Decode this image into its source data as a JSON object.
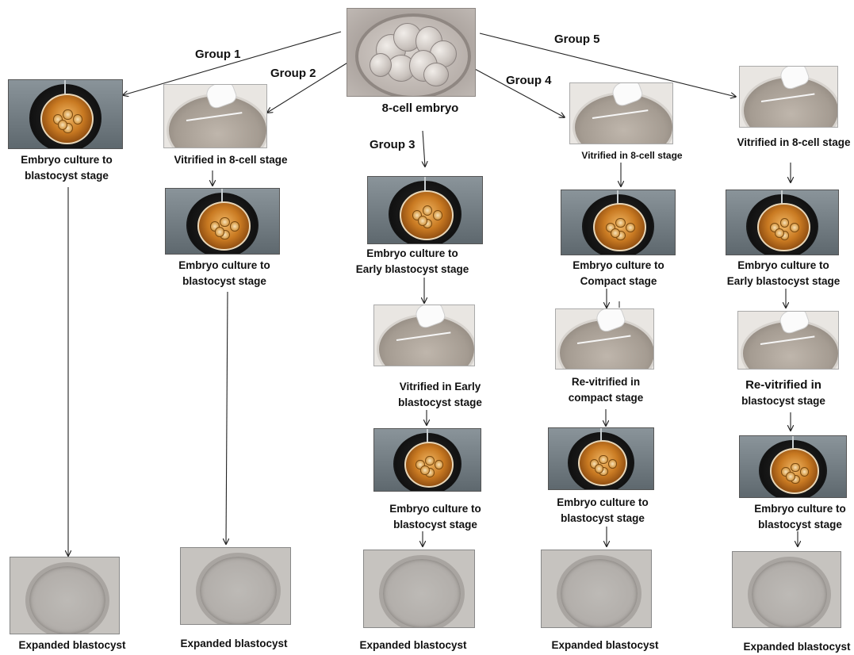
{
  "center": {
    "embryo_label": "8-cell embryo"
  },
  "groups": [
    {
      "label": "Group 1",
      "steps": [
        "Embryo culture to blastocyst stage"
      ],
      "final": "Expanded blastocyst"
    },
    {
      "label": "Group 2",
      "steps": [
        "Vitrified in 8-cell stage",
        "Embryo culture to blastocyst stage"
      ],
      "final": "Expanded blastocyst"
    },
    {
      "label": "Group 3",
      "steps": [
        "Embryo culture to Early blastocyst stage",
        "Vitrified in Early blastocyst stage",
        "Embryo culture to blastocyst stage"
      ],
      "final": "Expanded blastocyst"
    },
    {
      "label": "Group 4",
      "steps": [
        "Vitrified in 8-cell stage",
        "Embryo culture to Compact stage",
        "Re-vitrified in compact stage",
        "Embryo culture to blastocyst stage"
      ],
      "final": "Expanded blastocyst"
    },
    {
      "label": "Group 5",
      "steps": [
        "Vitrified in 8-cell stage",
        "Embryo culture to Early blastocyst stage",
        "Re-vitrified in blastocyst stage",
        "Embryo culture to blastocyst stage"
      ],
      "final": "Expanded blastocyst"
    }
  ],
  "text_lines": {
    "g1_culture": [
      "Embryo culture to",
      "blastocyst stage"
    ],
    "g2_culture": [
      "Embryo culture to",
      "blastocyst stage"
    ],
    "g3_culture1": [
      "Embryo culture to",
      "Early blastocyst stage"
    ],
    "g3_vitri": [
      "Vitrified in Early",
      "blastocyst stage"
    ],
    "g3_culture2": [
      "Embryo culture to",
      "blastocyst stage"
    ],
    "g4_culture1": [
      "Embryo culture to",
      "Compact stage"
    ],
    "g4_revitri": [
      "Re-vitrified in",
      "compact stage"
    ],
    "g4_culture2": [
      "Embryo culture to",
      "blastocyst stage"
    ],
    "g5_culture1": [
      "Embryo culture to",
      "Early blastocyst stage"
    ],
    "g5_revitri": [
      "Re-vitrified in",
      "blastocyst stage"
    ],
    "g5_culture2": [
      "Embryo culture to",
      "blastocyst stage"
    ]
  },
  "photo_types": [
    "embryo-photo",
    "incubator-culture-dish-photo",
    "vitrification-photo",
    "blastocyst-photo"
  ]
}
